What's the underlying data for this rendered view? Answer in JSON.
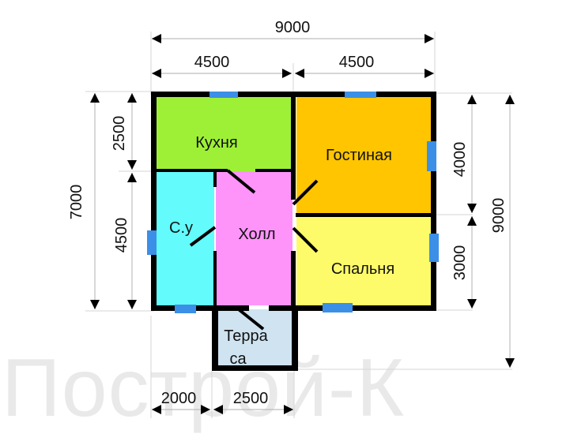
{
  "watermark": "Построй-К",
  "colors": {
    "wall": "#000000",
    "window": "#3b8fe6",
    "dimline": "#bdbdbd",
    "kitchen": "#9ef037",
    "living": "#fec500",
    "bath": "#63fbfb",
    "hall": "#fe94fa",
    "bedroom": "#fefb6a",
    "terrace": "#cfe3f1"
  },
  "rooms": [
    {
      "id": "kitchen",
      "label": "Кухня"
    },
    {
      "id": "living",
      "label": "Гостиная"
    },
    {
      "id": "bath",
      "label": "С.у"
    },
    {
      "id": "hall",
      "label": "Холл"
    },
    {
      "id": "bedroom",
      "label": "Спальня"
    },
    {
      "id": "terrace",
      "label_line1": "Терра",
      "label_line2": "са"
    }
  ],
  "dimensions": {
    "top_total": "9000",
    "top_left": "4500",
    "top_right": "4500",
    "left_total": "7000",
    "left_upper": "2500",
    "left_lower": "4500",
    "right_total": "9000",
    "right_upper": "4000",
    "right_lower": "3000",
    "bottom_left": "2000",
    "bottom_right": "2500"
  }
}
